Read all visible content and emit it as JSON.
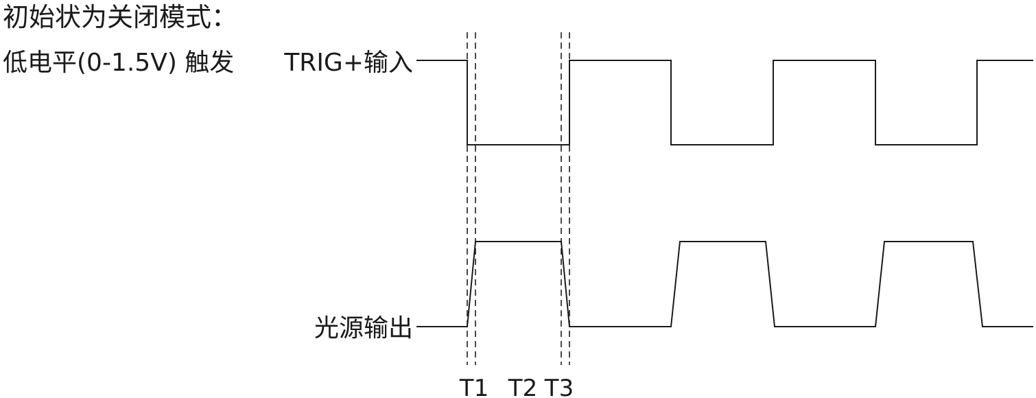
{
  "title": "初始状为关闭模式：",
  "trigger_condition": "低电平(0-1.5V) 触发",
  "signals": {
    "trigger": {
      "label": "TRIG+输入"
    },
    "output": {
      "label": "光源输出"
    }
  },
  "markers": [
    "T1",
    "T2",
    "T3"
  ],
  "colors": {
    "line": "#1a1a1a",
    "background": "#ffffff"
  }
}
